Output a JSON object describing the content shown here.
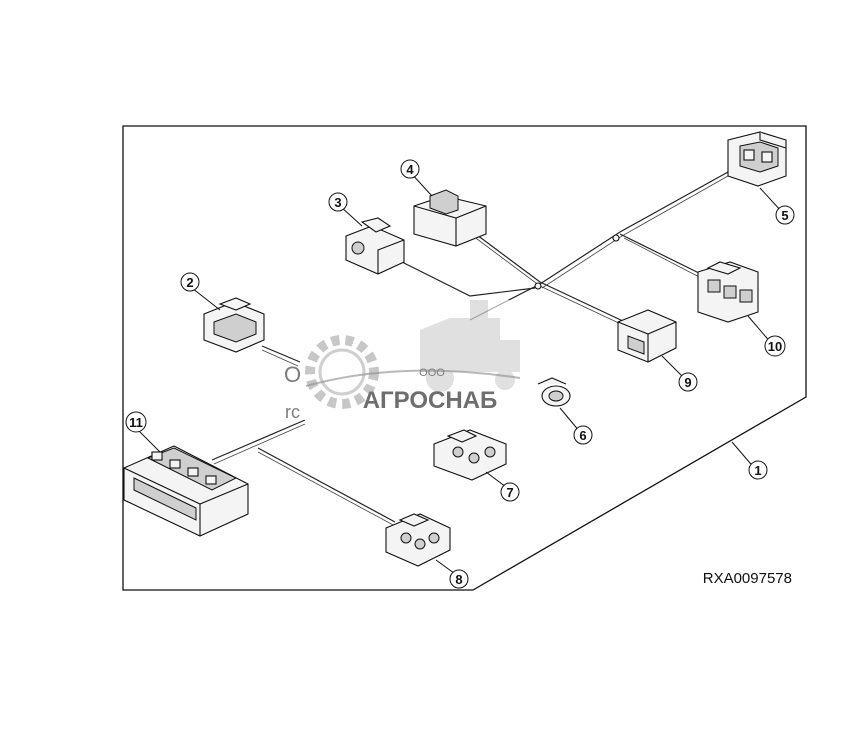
{
  "figure": {
    "reference_code": "RXA0097578",
    "callouts": [
      "1",
      "2",
      "3",
      "4",
      "5",
      "6",
      "7",
      "8",
      "9",
      "10",
      "11"
    ]
  },
  "watermark": {
    "company_prefix": "ООО",
    "company_name": "АГРОСНАБ",
    "partial_text_1": "О",
    "partial_text_2": "rc"
  }
}
